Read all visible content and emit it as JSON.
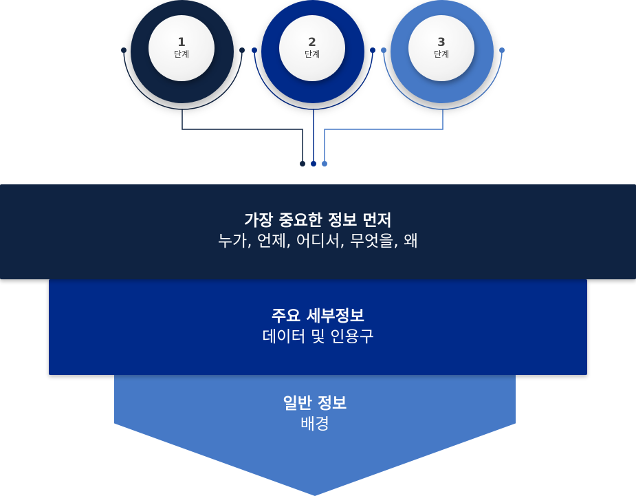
{
  "colors": {
    "step1": "#0f2342",
    "step2": "#002a8a",
    "step3": "#4679c6",
    "band1": "#0f2342",
    "band2": "#002a8a",
    "band3": "#4679c6"
  },
  "steps": [
    {
      "number": "1",
      "label": "단계"
    },
    {
      "number": "2",
      "label": "단계"
    },
    {
      "number": "3",
      "label": "단계"
    }
  ],
  "bands": [
    {
      "title": "가장 중요한 정보 먼저",
      "subtitle": "누가, 언제, 어디서, 무엇을, 왜"
    },
    {
      "title": "주요 세부정보",
      "subtitle": "데이터 및 인용구"
    },
    {
      "title": "일반 정보",
      "subtitle": "배경"
    }
  ]
}
